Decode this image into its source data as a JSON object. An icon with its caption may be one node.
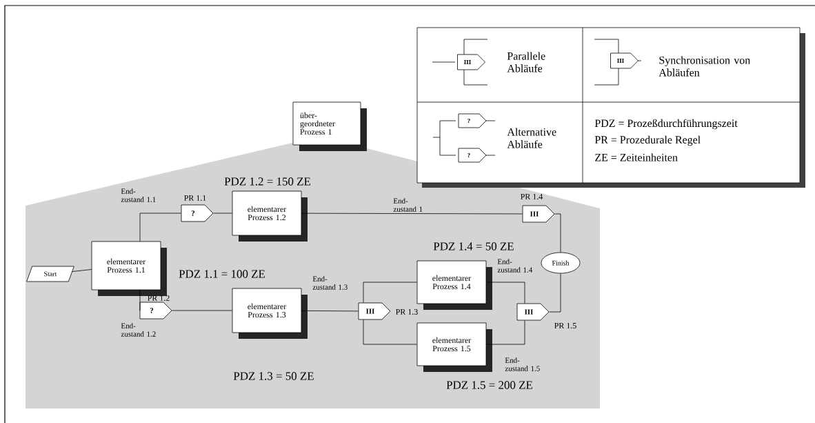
{
  "diagram": {
    "nodes": [
      {
        "text": [
          "über- geordneter Prozess 1"
        ]
      },
      {
        "text": [
          "Start"
        ]
      },
      {
        "text": [
          "elementarer Prozess 1.1"
        ],
        "beside": [
          "PDZ 1.1 = 100 ZE"
        ]
      },
      {
        "text": [
          "?"
        ],
        "beside": [
          "PR 1.1"
        ]
      },
      {
        "text": [
          "elementarer Prozess 1.2"
        ],
        "beside": [
          "PDZ 1.2 = 150 ZE"
        ]
      },
      {
        "text": [
          "?"
        ],
        "beside": [
          "PR 1.2"
        ]
      },
      {
        "text": [
          "elementarer Prozess 1.3"
        ],
        "beside": [
          "PDZ 1.3 = 50 ZE"
        ]
      },
      {
        "text": [
          "III"
        ],
        "beside": [
          "PR 1.4"
        ]
      },
      {
        "text": [
          "III"
        ],
        "beside": [
          "PR 1.3"
        ]
      },
      {
        "text": [
          "elementarer Prozess 1.4"
        ],
        "beside": [
          "PDZ 1.4 = 50 ZE"
        ]
      },
      {
        "text": [
          "elementarer Prozess 1.5"
        ],
        "beside": [
          "PDZ 1.5 = 200 ZE"
        ]
      },
      {
        "text": [
          "III"
        ],
        "beside": [
          "PR 1.5"
        ]
      },
      {
        "text": [
          "Finish"
        ]
      }
    ],
    "edges": [
      {
        "from": 1,
        "to": 2,
        "arrow": "none"
      },
      {
        "from": 2,
        "to": 3,
        "arrow": "none",
        "label": "End- zustand 1.1"
      },
      {
        "from": 3,
        "to": 4,
        "arrow": "none"
      },
      {
        "from": 4,
        "to": 7,
        "arrow": "none",
        "label": "End- zustand 1"
      },
      {
        "from": 2,
        "to": 5,
        "arrow": "none",
        "label": "End- zustand 1.2"
      },
      {
        "from": 5,
        "to": 6,
        "arrow": "none"
      },
      {
        "from": 6,
        "to": 8,
        "arrow": "none",
        "label": "End- zustand 1.3"
      },
      {
        "from": 8,
        "to": 9,
        "arrow": "none"
      },
      {
        "from": 8,
        "to": 10,
        "arrow": "none"
      },
      {
        "from": 9,
        "to": 11,
        "arrow": "none",
        "label": "End- zustand 1.4"
      },
      {
        "from": 10,
        "to": 11,
        "arrow": "none",
        "label": "End- zustand 1.5"
      },
      {
        "from": 7,
        "to": 12,
        "arrow": "none"
      },
      {
        "from": 11,
        "to": 12,
        "arrow": "none"
      }
    ],
    "labels": [
      "III",
      "III",
      "?",
      "?",
      "PDZ = Prozeßdurchführungszeit",
      "PR = Prozedurale Regel",
      "ZE = Zeiteinheiten"
    ],
    "legend": [
      {
        "text": "Parallele Abläufe"
      },
      {
        "text": "Synchronisation von Abläufen"
      },
      {
        "text": "Alternative Abläufe"
      }
    ]
  }
}
